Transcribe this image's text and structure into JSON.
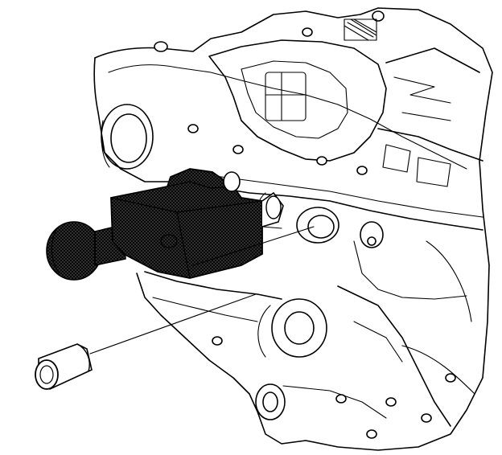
{
  "diagram": {
    "components": [
      {
        "id": "transmission-case",
        "role": "housing",
        "fill": "#ffffff",
        "stroke": "#000000"
      },
      {
        "id": "solenoid-assembly",
        "role": "highlighted-part",
        "fill": "#1a1a1a",
        "pattern": "crosshatch"
      },
      {
        "id": "connector-cap",
        "role": "small-part",
        "fill": "#ffffff",
        "stroke": "#000000"
      }
    ],
    "leader_lines": 2,
    "labels": []
  },
  "colors": {
    "line": "#000000",
    "background": "#ffffff",
    "highlight": "#1a1a1a"
  }
}
